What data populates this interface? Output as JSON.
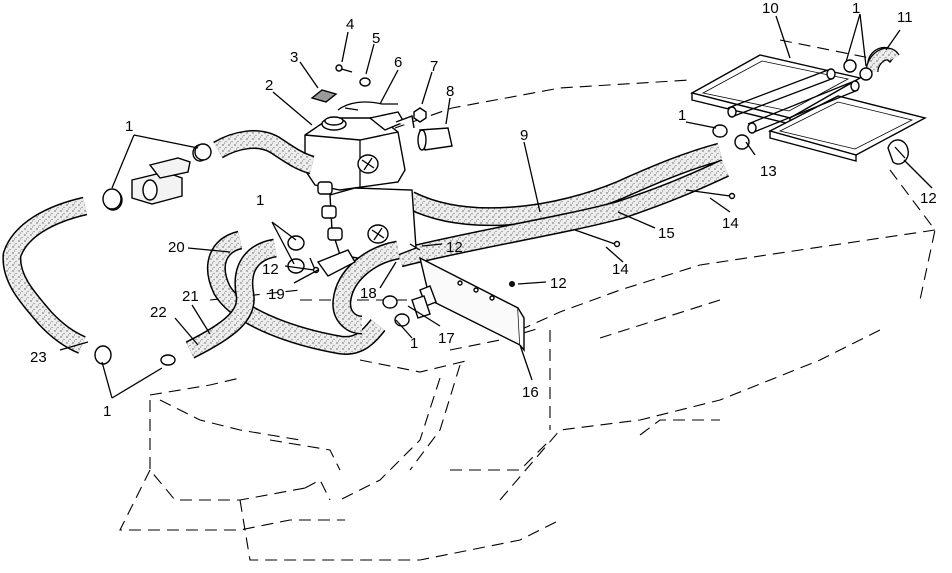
{
  "diagram": {
    "callouts": [
      {
        "id": "c1a",
        "text": "1"
      },
      {
        "id": "c1b",
        "text": "1"
      },
      {
        "id": "c1c",
        "text": "1"
      },
      {
        "id": "c1d",
        "text": "1"
      },
      {
        "id": "c1e",
        "text": "1"
      },
      {
        "id": "c1f",
        "text": "1"
      },
      {
        "id": "c2",
        "text": "2"
      },
      {
        "id": "c3",
        "text": "3"
      },
      {
        "id": "c4",
        "text": "4"
      },
      {
        "id": "c5",
        "text": "5"
      },
      {
        "id": "c6",
        "text": "6"
      },
      {
        "id": "c7",
        "text": "7"
      },
      {
        "id": "c8",
        "text": "8"
      },
      {
        "id": "c9",
        "text": "9"
      },
      {
        "id": "c10",
        "text": "10"
      },
      {
        "id": "c11",
        "text": "11"
      },
      {
        "id": "c12a",
        "text": "12"
      },
      {
        "id": "c12b",
        "text": "12"
      },
      {
        "id": "c12c",
        "text": "12"
      },
      {
        "id": "c12d",
        "text": "12"
      },
      {
        "id": "c13",
        "text": "13"
      },
      {
        "id": "c14a",
        "text": "14"
      },
      {
        "id": "c14b",
        "text": "14"
      },
      {
        "id": "c15",
        "text": "15"
      },
      {
        "id": "c16",
        "text": "16"
      },
      {
        "id": "c17",
        "text": "17"
      },
      {
        "id": "c18",
        "text": "18"
      },
      {
        "id": "c19",
        "text": "19"
      },
      {
        "id": "c20",
        "text": "20"
      },
      {
        "id": "c21",
        "text": "21"
      },
      {
        "id": "c22",
        "text": "22"
      },
      {
        "id": "c23",
        "text": "23"
      }
    ]
  }
}
